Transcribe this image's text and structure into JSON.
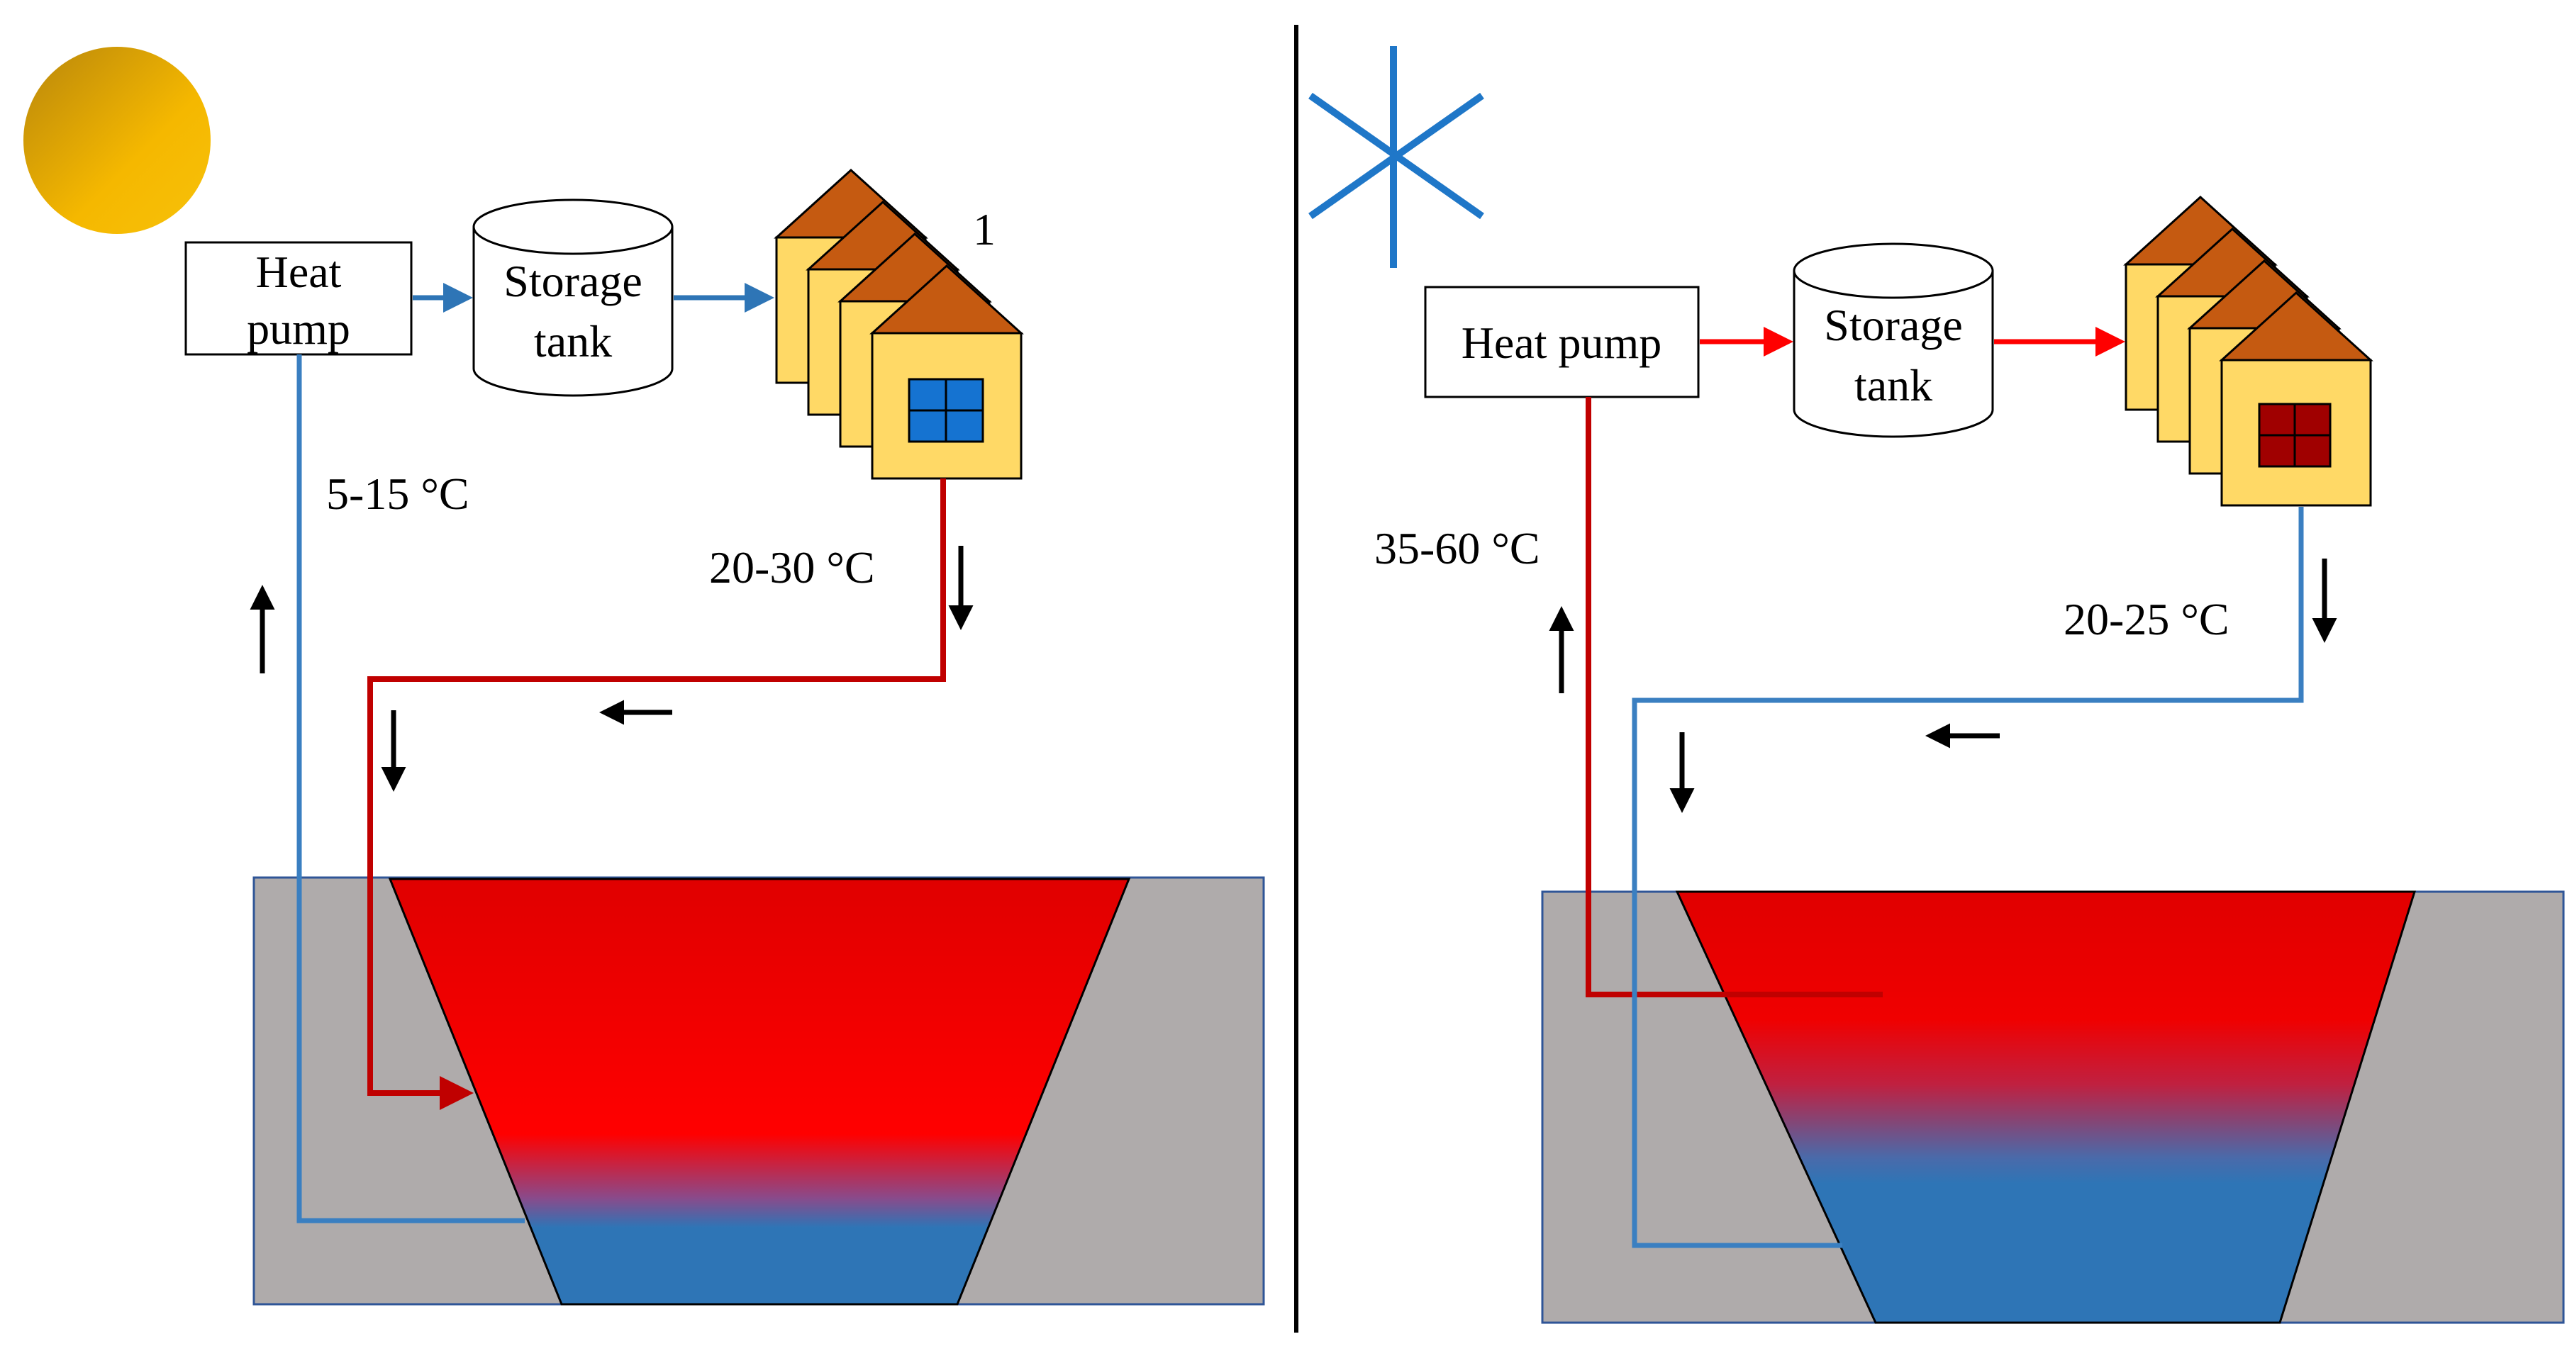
{
  "summer": {
    "heat_pump_line1": "Heat",
    "heat_pump_line2": "pump",
    "storage_line1": "Storage",
    "storage_line2": "tank",
    "building_count_label": "1",
    "supply_temp": "5-15 °C",
    "return_temp": "20-30 °C",
    "window_color": "#1573d1",
    "supply_pipe_color": "#3a7fc1",
    "return_pipe_color": "#c00000"
  },
  "winter": {
    "heat_pump_label": "Heat pump",
    "storage_line1": "Storage",
    "storage_line2": "tank",
    "supply_temp": "35-60 °C",
    "return_temp": "20-25 °C",
    "window_color": "#a00000",
    "supply_pipe_color": "#c00000",
    "return_pipe_color": "#3a7fc1"
  },
  "icons": {
    "summer": "sun-icon",
    "winter": "snowflake-icon"
  },
  "colors": {
    "ground": "#afabab",
    "ground_border": "#2f5597",
    "warm_water": "#ff0000",
    "cold_water": "#2e75b6",
    "divider": "#000000",
    "house_wall": "#ffd966",
    "house_roof": "#c55a11"
  }
}
